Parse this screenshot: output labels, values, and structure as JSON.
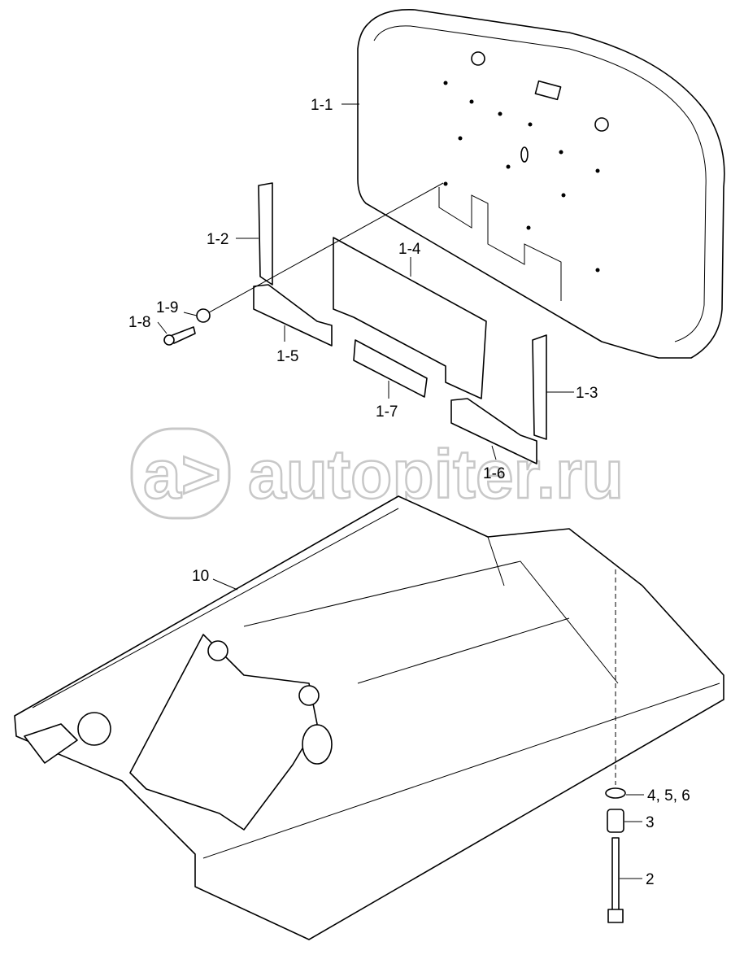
{
  "watermark": {
    "text": "autopiter.ru",
    "logo_letter": "a>"
  },
  "labels": {
    "counterweight": "1-1",
    "plate_left": "1-2",
    "plate_right": "1-3",
    "center_plate": "1-4",
    "bracket_left": "1-5",
    "bracket_right": "1-6",
    "shim": "1-7",
    "bolt": "1-8",
    "washer": "1-9",
    "upper_frame": "10",
    "washer_set": "4, 5, 6",
    "spacer": "3",
    "frame_bolt": "2"
  },
  "colors": {
    "line": "#000000",
    "watermark": "#c8c8c8",
    "background": "#ffffff"
  }
}
